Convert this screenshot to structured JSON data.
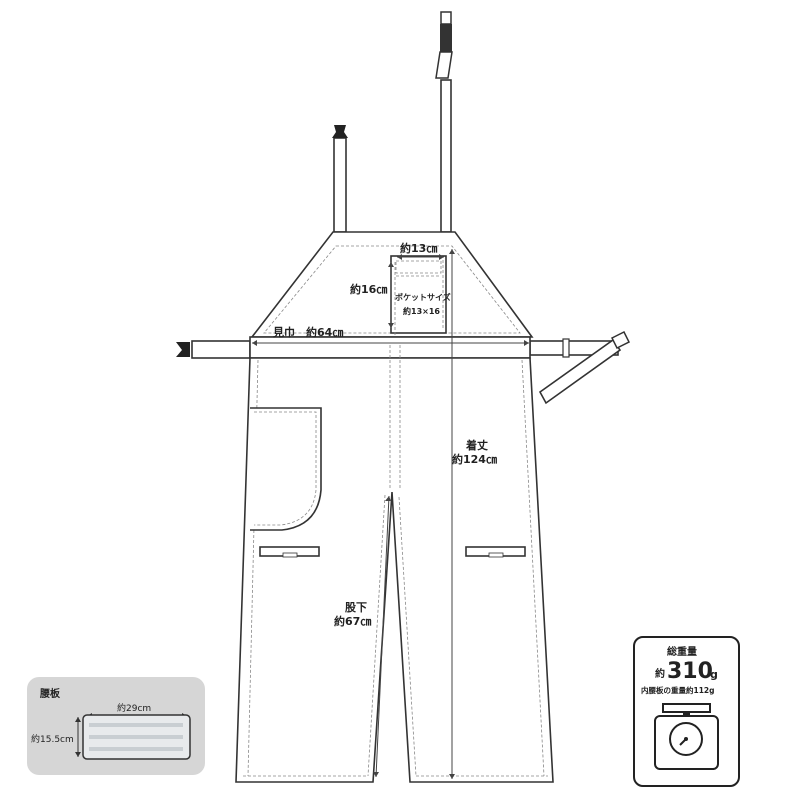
{
  "labels": {
    "pocket_width": "約13㎝",
    "pocket_height": "約16㎝",
    "pocket_size_title": "ポケットサイズ",
    "pocket_size_value": "約13×16",
    "chest_width_label": "見巾",
    "chest_width_value": "約64㎝",
    "length_title": "着丈",
    "length_value": "約124㎝",
    "inseam_title": "股下",
    "inseam_value": "約67㎝"
  },
  "waist_board": {
    "title": "腰板",
    "width": "約29cm",
    "height": "約15.5cm"
  },
  "weight": {
    "title": "総重量",
    "prefix": "約",
    "value": "310",
    "unit": "g",
    "note": "内腰板の重量約112g"
  },
  "icons": [
    "buckle-icon",
    "strap-icon",
    "scale-icon"
  ],
  "colors": {
    "line": "#333333",
    "stitch": "#888888",
    "panel": "#d6d6d6"
  }
}
